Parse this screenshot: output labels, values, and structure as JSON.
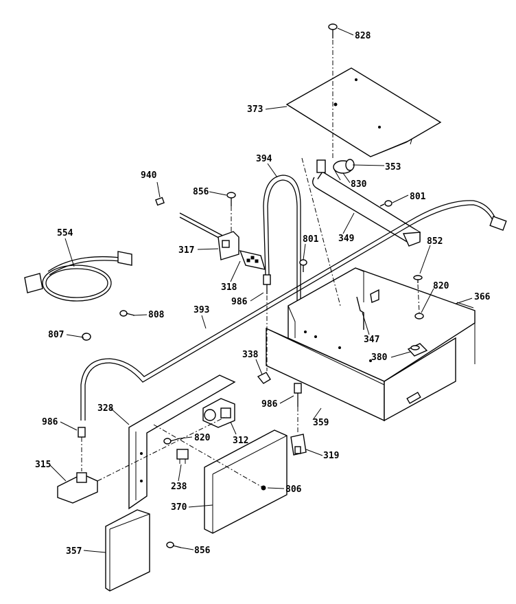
{
  "diagram": {
    "callouts": {
      "c828": "828",
      "c373": "373",
      "c394": "394",
      "c353": "353",
      "c830": "830",
      "c940": "940",
      "c856a": "856",
      "c801a": "801",
      "c554": "554",
      "c317": "317",
      "c801b": "801",
      "c349": "349",
      "c852": "852",
      "c318": "318",
      "c986a": "986",
      "c820a": "820",
      "c366": "366",
      "c808": "808",
      "c393": "393",
      "c807": "807",
      "c347": "347",
      "c338": "338",
      "c380": "380",
      "c986b": "986",
      "c986c": "986",
      "c328": "328",
      "c359": "359",
      "c820b": "820",
      "c312": "312",
      "c315": "315",
      "c319": "319",
      "c238": "238",
      "c806": "806",
      "c370": "370",
      "c357": "357",
      "c856b": "856"
    }
  }
}
